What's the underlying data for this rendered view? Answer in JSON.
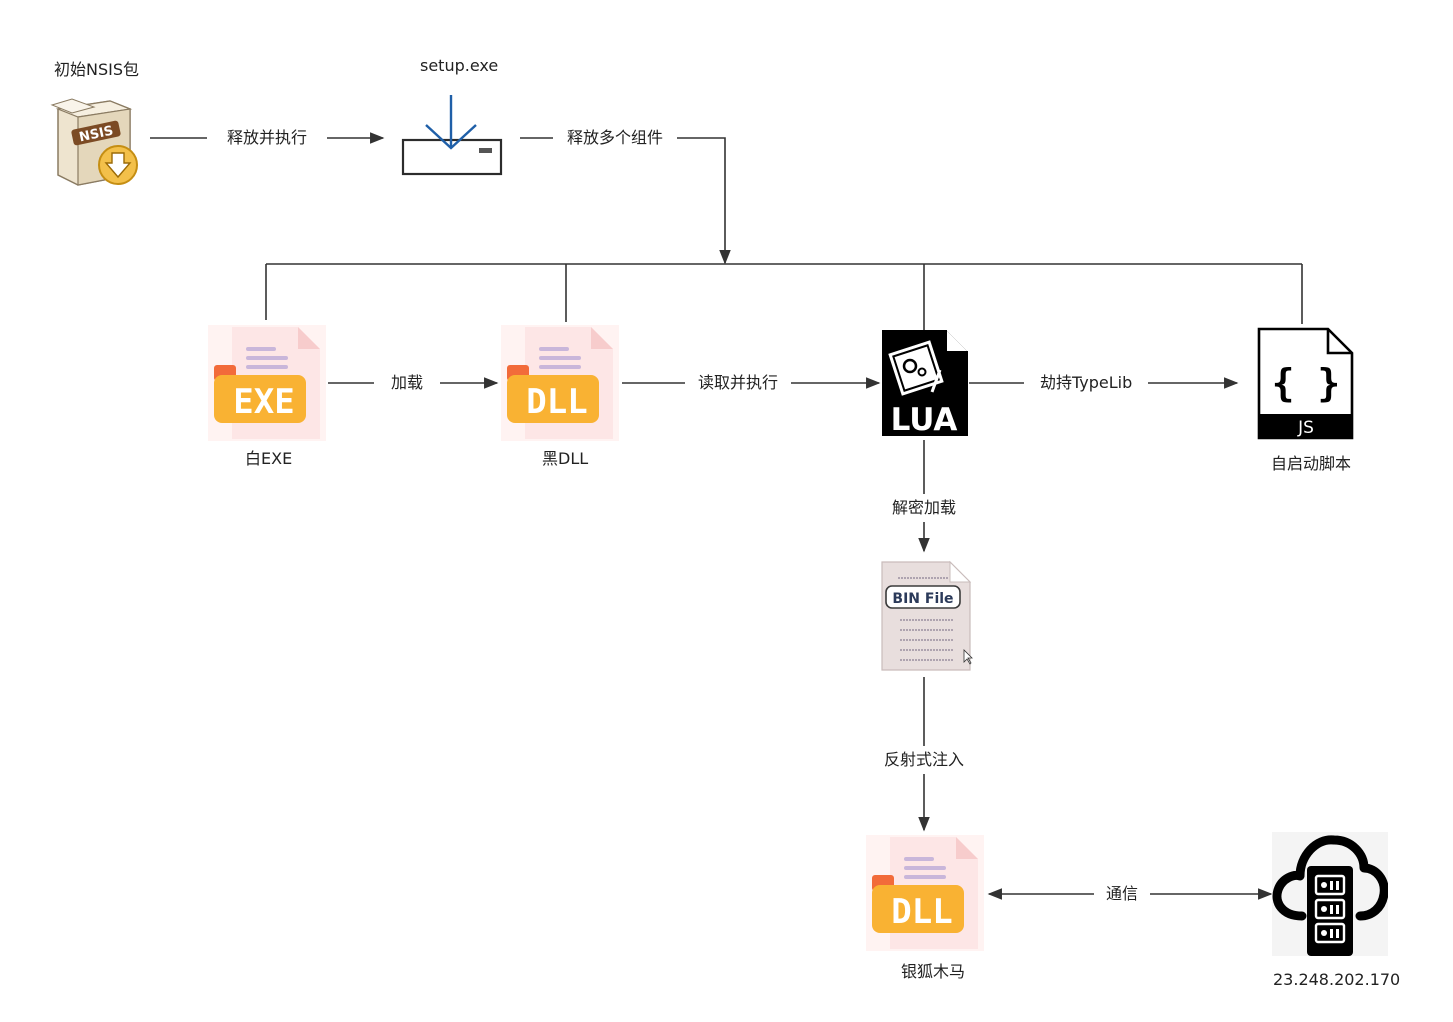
{
  "nodes": {
    "nsis": {
      "caption": "初始NSIS包",
      "icon_text": "NSIS"
    },
    "setup": {
      "caption": "setup.exe"
    },
    "exe": {
      "caption": "白EXE",
      "icon_text": "EXE"
    },
    "dll_black": {
      "caption": "黑DLL",
      "icon_text": "DLL"
    },
    "lua": {
      "icon_text": "LUA"
    },
    "js": {
      "caption": "自启动脚本",
      "icon_text": "JS",
      "braces": "{ }"
    },
    "bin": {
      "icon_text": "BIN File"
    },
    "dll_fox": {
      "caption": "银狐木马",
      "icon_text": "DLL"
    },
    "c2": {
      "caption": "23.248.202.170"
    }
  },
  "edges": {
    "release_exec": "释放并执行",
    "release_components": "释放多个组件",
    "load": "加载",
    "read_exec": "读取并执行",
    "hijack": "劫持TypeLib",
    "decrypt_load": "解密加载",
    "reflective": "反射式注入",
    "comm": "通信"
  },
  "colors": {
    "line": "#333333",
    "file_orange": "#f9b233",
    "file_red": "#f26b3a",
    "file_bg": "#fdecec",
    "setup_blue": "#1f5fa8"
  }
}
